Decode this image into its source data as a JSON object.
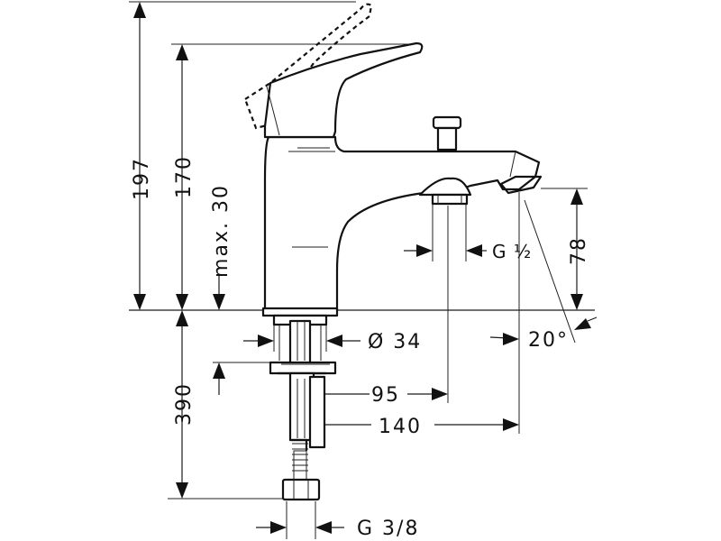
{
  "dimensions": {
    "overall_height": "197",
    "lever_height": "170",
    "max_deck": "max. 30",
    "shank_length": "390",
    "spout_height": "78",
    "body_diameter": "Ø 34",
    "distance_to_inlet": "95",
    "distance_to_spout": "140",
    "angle": "20°",
    "shower_connection": "G ½",
    "supply_connection": "G 3/8"
  }
}
